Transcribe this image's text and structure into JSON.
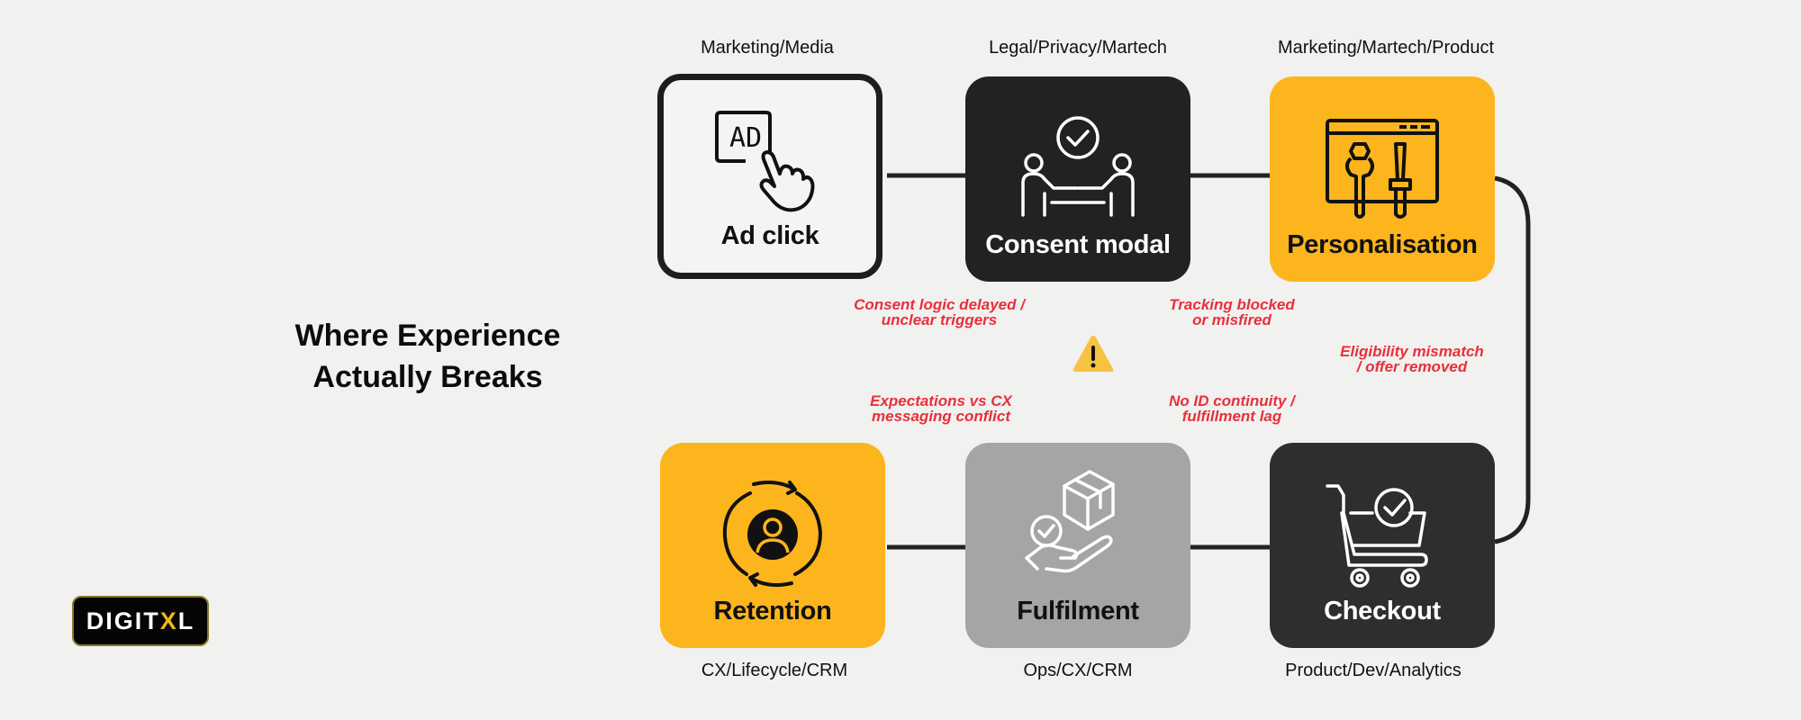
{
  "title": {
    "line1": "Where Experience",
    "line2": "Actually Breaks"
  },
  "logo": {
    "prefix": "DIGIT",
    "accent": "X",
    "suffix": "L"
  },
  "colors": {
    "yellow": "#fcb51c",
    "black": "#222222",
    "dark": "#2e2e2e",
    "grey": "#a5a5a5",
    "issue_red": "#e8303a",
    "warning": "#f6c242"
  },
  "stages": [
    {
      "label": "Ad click",
      "owner": "Marketing/Media",
      "icon": "ad-click-icon"
    },
    {
      "label": "Consent modal",
      "owner": "Legal/Privacy/Martech",
      "icon": "consent-handshake-icon"
    },
    {
      "label": "Personalisation",
      "owner": "Marketing/Martech/Product",
      "icon": "tools-window-icon"
    },
    {
      "label": "Checkout",
      "owner": "Product/Dev/Analytics",
      "icon": "cart-check-icon"
    },
    {
      "label": "Fulfilment",
      "owner": "Ops/CX/CRM",
      "icon": "package-hand-icon"
    },
    {
      "label": "Retention",
      "owner": "CX/Lifecycle/CRM",
      "icon": "user-cycle-icon"
    }
  ],
  "issues": [
    {
      "line1": "Consent logic delayed /",
      "line2": "unclear triggers"
    },
    {
      "line1": "Tracking blocked",
      "line2": "or misfired"
    },
    {
      "line1": "Eligibility mismatch",
      "line2": "/ offer removed"
    },
    {
      "line1": "No ID continuity /",
      "line2": "fulfillment lag"
    },
    {
      "line1": "Expectations vs CX",
      "line2": "messaging conflict"
    }
  ],
  "warning_icon": "warning-triangle-icon"
}
